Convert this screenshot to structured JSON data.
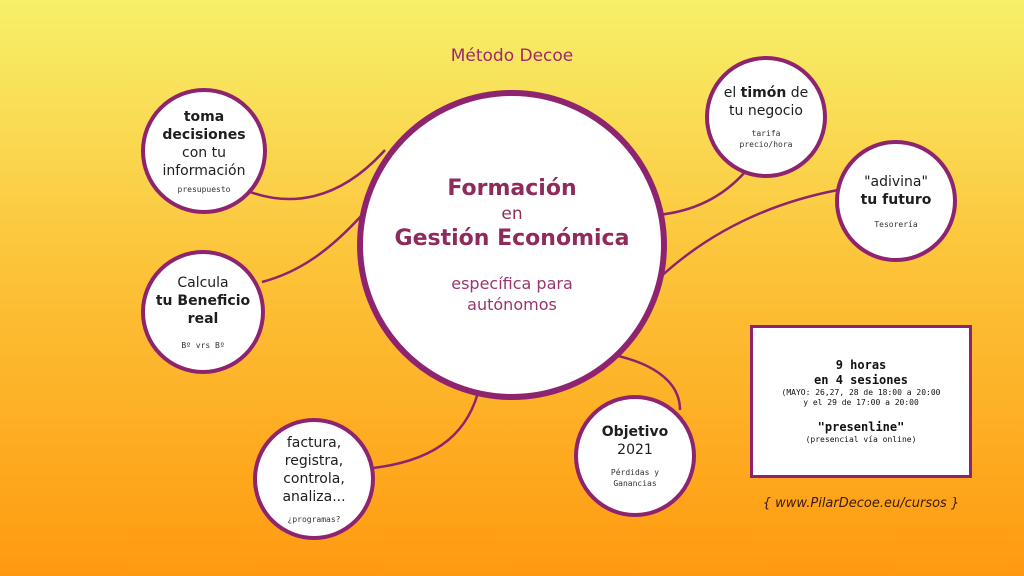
{
  "title": "Método Decoe",
  "center": {
    "line1": "Formación",
    "line2": "en",
    "line3": "Gestión Económica",
    "line4": "específica para",
    "line5": "autónomos"
  },
  "nodes": {
    "decisiones": {
      "l1": "toma",
      "l2": "decisiones",
      "l3": "con tu",
      "l4": "información",
      "small": "presupuesto"
    },
    "beneficio": {
      "l1": "Calcula",
      "l2": "tu Beneficio",
      "l3": "real",
      "small": "Bº vrs Bº"
    },
    "factura": {
      "l1": "factura,",
      "l2": "registra,",
      "l3": "controla,",
      "l4": "analiza...",
      "small": "¿programas?"
    },
    "timon": {
      "pre": "el ",
      "bold": "timón",
      "post": " de",
      "l2": "tu negocio",
      "small1": "tarifa",
      "small2": "precio/hora"
    },
    "adivina": {
      "l1": "\"adivina\"",
      "l2": "tu futuro",
      "small": "Tesorería"
    },
    "objetivo": {
      "l1": "Objetivo",
      "l2": "2021",
      "small1": "Pérdidas y",
      "small2": "Ganancias"
    }
  },
  "info_box": {
    "line1": "9 horas",
    "line2": "en 4 sesiones",
    "line3": "(MAYO: 26,27, 28 de 18:00 a 20:00",
    "line4": "y el 29 de 17:00 a 20:00",
    "line5": "\"presenline\"",
    "line6": "(presencial vía online)"
  },
  "url": "{ www.PilarDecoe.eu/cursos }",
  "colors": {
    "accent": "#8e2470",
    "text": "#8e2a5c",
    "bg_top": "#f7f06a",
    "bg_bottom": "#ff9a10"
  }
}
